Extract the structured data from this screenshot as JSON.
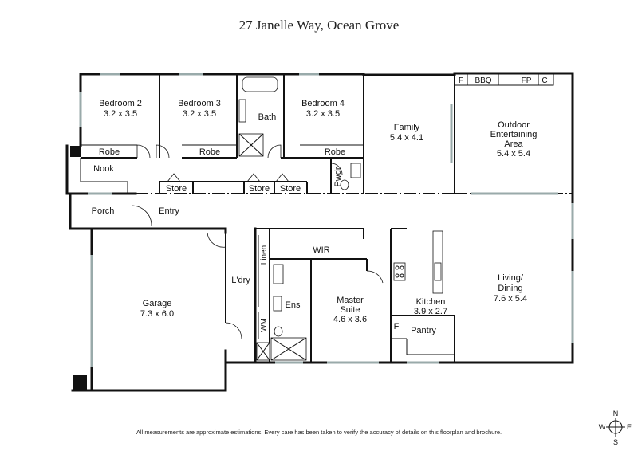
{
  "title": "27 Janelle Way, Ocean Grove",
  "disclaimer": "All measurements are approximate estimations. Every care has been taken to verify the accuracy of details on this floorplan and brochure.",
  "rooms": {
    "bedroom2": {
      "name": "Bedroom 2",
      "dims": "3.2 x 3.5"
    },
    "bedroom3": {
      "name": "Bedroom 3",
      "dims": "3.2 x 3.5"
    },
    "bath": {
      "name": "Bath"
    },
    "bedroom4": {
      "name": "Bedroom 4",
      "dims": "3.2 x 3.5"
    },
    "family": {
      "name": "Family",
      "dims": "5.4 x 4.1"
    },
    "outdoor": {
      "line1": "Outdoor",
      "line2": "Entertaining",
      "line3": "Area",
      "dims": "5.4 x 5.4"
    },
    "robe1": {
      "name": "Robe"
    },
    "robe2": {
      "name": "Robe"
    },
    "robe3": {
      "name": "Robe"
    },
    "nook": {
      "name": "Nook"
    },
    "store1": {
      "name": "Store"
    },
    "store2": {
      "name": "Store"
    },
    "store3": {
      "name": "Store"
    },
    "pwdr": {
      "name": "Pwdr"
    },
    "porch": {
      "name": "Porch"
    },
    "entry": {
      "name": "Entry"
    },
    "garage": {
      "name": "Garage",
      "dims": "7.3 x 6.0"
    },
    "ldry": {
      "name": "L'dry"
    },
    "linen": {
      "name": "Linen"
    },
    "wm": {
      "name": "WM"
    },
    "ens": {
      "name": "Ens"
    },
    "wir": {
      "name": "WIR"
    },
    "master": {
      "line1": "Master",
      "line2": "Suite",
      "dims": "4.6 x 3.6"
    },
    "kitchen": {
      "name": "Kitchen",
      "dims": "3.9 x 2.7"
    },
    "pantry": {
      "name": "Pantry"
    },
    "fridge": {
      "name": "F"
    },
    "living": {
      "line1": "Living/",
      "line2": "Dining",
      "dims": "7.6 x 5.4"
    }
  },
  "outdoor_fixtures": {
    "f": "F",
    "bbq": "BBQ",
    "fp": "FP",
    "c": "C"
  },
  "compass": {
    "n": "N",
    "e": "E",
    "s": "S",
    "w": "W"
  }
}
